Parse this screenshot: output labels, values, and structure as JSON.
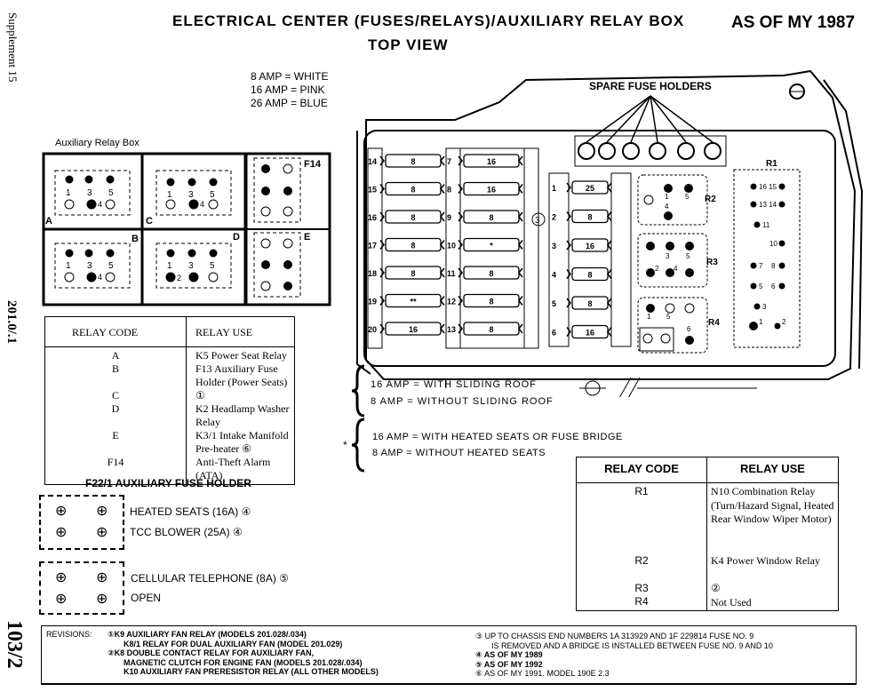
{
  "margin": {
    "supplement": "Supplement 15",
    "code": "201.0/.1",
    "page": "103/2"
  },
  "header": {
    "title": "ELECTRICAL CENTER (FUSES/RELAYS)/AUXILIARY RELAY BOX",
    "subtitle": "TOP VIEW",
    "as_of": "AS OF MY 1987"
  },
  "amp_legend": [
    "8 AMP = WHITE",
    "16 AMP = PINK",
    "26 AMP = BLUE"
  ],
  "spare_label": "SPARE FUSE HOLDERS",
  "aux_box": {
    "title": "Auxiliary Relay Box",
    "cells": [
      "A",
      "B",
      "C",
      "D",
      "E",
      "F14"
    ]
  },
  "aux_table": {
    "headers": [
      "RELAY CODE",
      "RELAY USE"
    ],
    "rows": [
      {
        "code": "A",
        "use": "K5 Power Seat Relay"
      },
      {
        "code": "B",
        "use": "F13 Auxiliary Fuse Holder (Power Seats)"
      },
      {
        "code": "C",
        "use": "①"
      },
      {
        "code": "D",
        "use": "K2 Headlamp Washer Relay"
      },
      {
        "code": "E",
        "use": "K3/1 Intake Manifold Pre-heater ⑥"
      },
      {
        "code": "F14",
        "use": "Anti-Theft Alarm (ATA)"
      }
    ]
  },
  "fuse_notes": {
    "sliding": {
      "a": "16 AMP = WITH SLIDING ROOF",
      "b": "8 AMP = WITHOUT SLIDING ROOF"
    },
    "heated": {
      "a": "16 AMP = WITH HEATED SEATS OR FUSE BRIDGE",
      "b": "8 AMP = WITHOUT HEATED SEATS"
    }
  },
  "aux_fuse_holder": {
    "title": "F22/1 AUXILIARY FUSE HOLDER",
    "items": [
      "HEATED SEATS (16A) ④",
      "TCC BLOWER (25A) ④",
      "CELLULAR TELEPHONE (8A) ⑤",
      "OPEN"
    ]
  },
  "main_table": {
    "headers": [
      "RELAY CODE",
      "RELAY USE"
    ],
    "rows": [
      {
        "code": "R1",
        "use": "N10 Combination Relay (Turn/Hazard Signal, Heated Rear Window Wiper Motor)"
      },
      {
        "code": "R2",
        "use": "K4 Power Window Relay"
      },
      {
        "code": "R3",
        "use": "②"
      },
      {
        "code": "R4",
        "use": "Not Used"
      }
    ]
  },
  "fuses": {
    "col1": {
      "numbers": [
        "14",
        "15",
        "16",
        "17",
        "18",
        "19",
        "20"
      ],
      "values": [
        "8",
        "8",
        "8",
        "8",
        "8",
        "**",
        "16"
      ]
    },
    "col2": {
      "numbers": [
        "7",
        "8",
        "9",
        "10",
        "11",
        "12",
        "13"
      ],
      "values": [
        "16",
        "16",
        "8",
        "*",
        "8",
        "8",
        "8"
      ]
    },
    "col3": {
      "numbers": [
        "1",
        "2",
        "3",
        "4",
        "5",
        "6"
      ],
      "values": [
        "25",
        "8",
        "16",
        "8",
        "8",
        "16"
      ]
    }
  },
  "relay_labels": [
    "R1",
    "R2",
    "R3",
    "R4"
  ],
  "revisions": {
    "label": "REVISIONS:",
    "left": [
      "①K9 AUXILIARY FAN RELAY (MODELS 201.028/.034)",
      "K8/1 RELAY FOR DUAL AUXILIARY FAN (MODEL 201.029)",
      "②K8 DOUBLE CONTACT RELAY FOR AUXILIARY FAN,",
      "MAGNETIC CLUTCH FOR ENGINE FAN (MODELS 201.028/.034)",
      "K10 AUXILIARY FAN PRERESISTOR RELAY (ALL OTHER MODELS)"
    ],
    "right": [
      "③ UP TO CHASSIS END NUMBERS 1A 313929 AND 1F 229814 FUSE NO. 9",
      "IS REMOVED AND A BRIDGE IS INSTALLED BETWEEN FUSE NO. 9 AND 10",
      "④ AS OF MY 1989",
      "⑤ AS OF MY 1992",
      "⑥ AS OF MY 1991. MODEL 190E 2.3"
    ]
  }
}
